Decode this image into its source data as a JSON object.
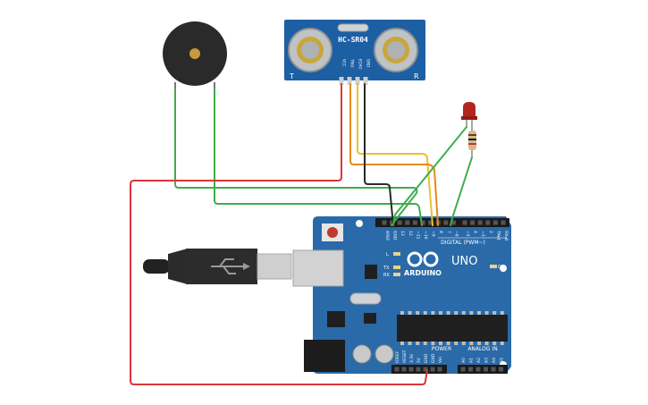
{
  "sensor": {
    "label": "HC-SR04",
    "left_mark": "T",
    "right_mark": "R",
    "pins": [
      "VCC",
      "TRIG",
      "ECHO",
      "GND"
    ]
  },
  "board": {
    "brand": "ARDUINO",
    "model": "UNO",
    "digital_label": "DIGITAL (PWM~)",
    "digital_pins": [
      "AREF",
      "GND",
      "13",
      "12",
      "~11",
      "~10",
      "~9",
      "8",
      "7",
      "~6",
      "~5",
      "4",
      "~3",
      "2",
      "TX▸1",
      "RX◂0"
    ],
    "power_label": "POWER",
    "power_pins": [
      "IOREF",
      "RESET",
      "3.3V",
      "5V",
      "GND",
      "GND",
      "Vin"
    ],
    "analog_label": "ANALOG IN",
    "analog_pins": [
      "A0",
      "A1",
      "A2",
      "A3",
      "A4",
      "A5"
    ],
    "led_l": "L",
    "led_tx": "TX",
    "led_rx": "RX",
    "led_on": "ON"
  },
  "colors": {
    "board": "#2a6aa8",
    "sensor": "#1d5fa3",
    "wire_red": "#d9363b",
    "wire_green": "#3fae4b",
    "wire_yellow": "#e8c231",
    "wire_orange": "#e58a1c",
    "wire_black": "#2a2a2a",
    "led": "#b3261e"
  }
}
